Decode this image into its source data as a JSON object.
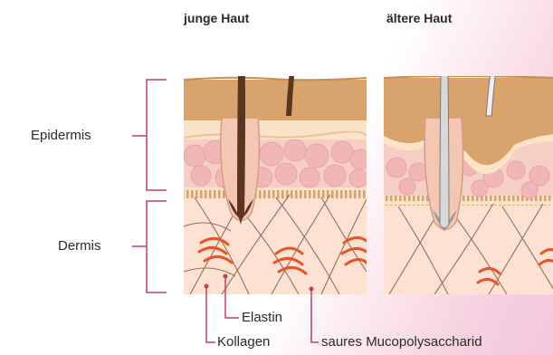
{
  "titles": {
    "young": "junge Haut",
    "older": "ältere Haut"
  },
  "layers": {
    "epidermis": "Epidermis",
    "dermis": "Dermis"
  },
  "components": {
    "elastin": "Elastin",
    "collagen": "Kollagen",
    "mucopolysaccharide": "saures Mucopolysaccharid"
  },
  "colors": {
    "surface": "#d9a36e",
    "epidermis": "#f5cfc4",
    "cells": "#f1b7b8",
    "basal": "#fbe3c8",
    "dermis": "#fde2d3",
    "collagen_fiber": "#8a5a3b",
    "elastin_fiber": "#e4552b",
    "hair_young": "#5a3520",
    "hair_older": "#d8d8d8",
    "bracket": "#c0405a"
  }
}
